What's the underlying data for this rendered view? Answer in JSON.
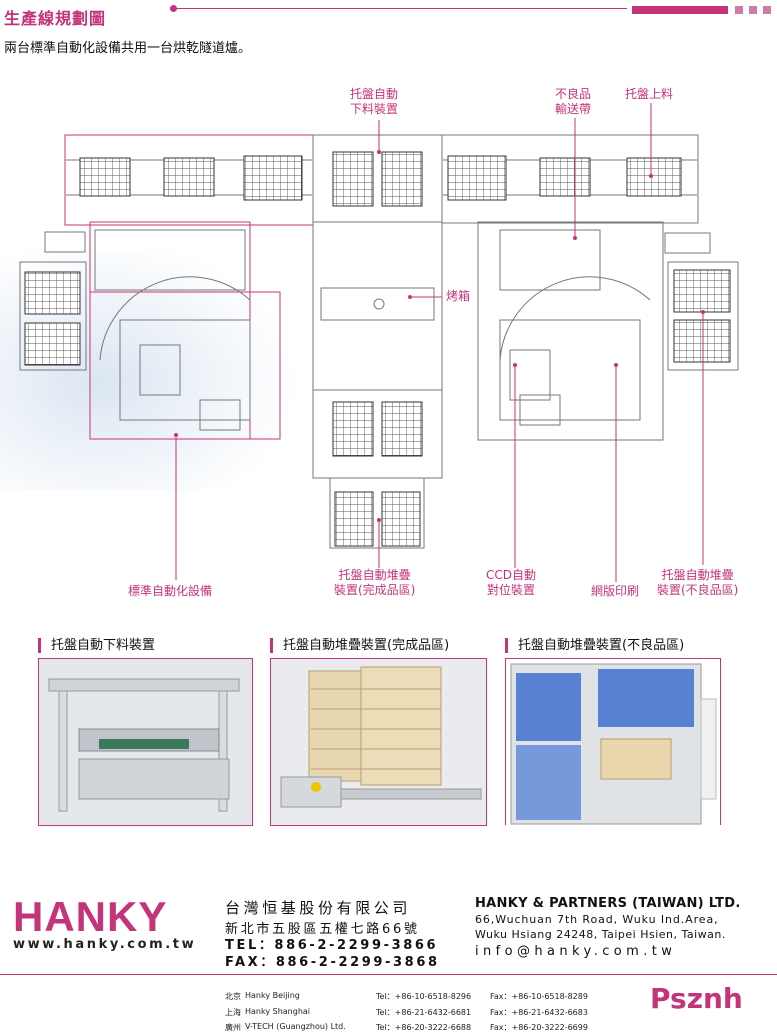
{
  "header": {
    "title": "生產線規劃圖",
    "subtitle": "兩台標準自動化設備共用一台烘乾隧道爐。"
  },
  "diagram_labels": {
    "top_unload_l1": "托盤自動",
    "top_unload_l2": "下料裝置",
    "defect_conveyor_l1": "不良品",
    "defect_conveyor_l2": "輸送帶",
    "tray_load": "托盤上料",
    "oven": "烤箱",
    "standard_equipment": "標準自動化設備",
    "stack_good_l1": "托盤自動堆疊",
    "stack_good_l2": "裝置(完成品區)",
    "ccd_l1": "CCD自動",
    "ccd_l2": "對位裝置",
    "screen_print": "網版印刷",
    "stack_defect_l1": "托盤自動堆疊",
    "stack_defect_l2": "裝置(不良品區)"
  },
  "photos": {
    "p1_title": "托盤自動下料裝置",
    "p2_title": "托盤自動堆疊裝置(完成品區)",
    "p3_title": "托盤自動堆疊裝置(不良品區)"
  },
  "company": {
    "logo": "HANKY",
    "url": "www.hanky.com.tw",
    "cn_name": "台灣恒基股份有限公司",
    "cn_address": "新北市五股區五權七路66號",
    "tel": "TEL：886-2-2299-3866",
    "fax": "FAX：886-2-2299-3868",
    "en_name": "HANKY & PARTNERS (TAIWAN) LTD.",
    "en_addr1": "66,Wuchuan 7th Road, Wuku Ind.Area,",
    "en_addr2": "Wuku Hsiang 24248, Taipei Hsien, Taiwan.",
    "email": "info@hanky.com.tw"
  },
  "branches": [
    {
      "city": "北京",
      "name": "Hanky Beijing",
      "tel": "Tel：+86-10-6518-8296",
      "fax": "Fax：+86-10-6518-8289"
    },
    {
      "city": "上海",
      "name": "Hanky Shanghai",
      "tel": "Tel：+86-21-6432-6681",
      "fax": "Fax：+86-21-6432-6683"
    },
    {
      "city": "廣州",
      "name": "V-TECH (Guangzhou) Ltd.",
      "tel": "Tel：+86-20-3222-6688",
      "fax": "Fax：+86-20-3222-6699"
    }
  ],
  "watermark": "Psznh",
  "colors": {
    "accent": "#c4347a",
    "line": "#777777"
  }
}
